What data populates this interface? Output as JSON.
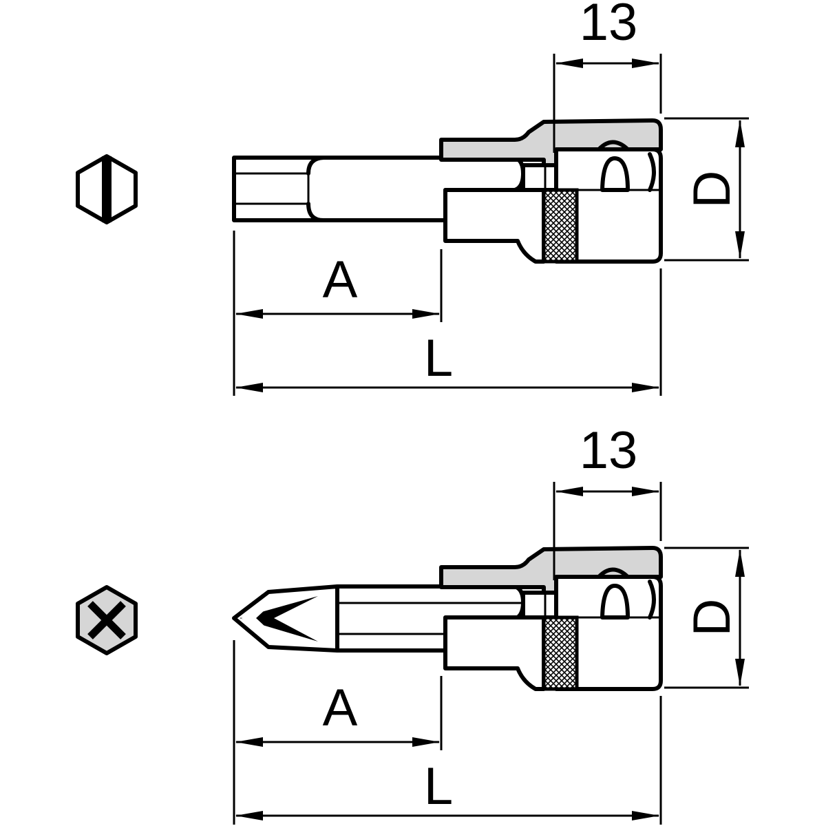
{
  "figures": [
    {
      "tip_type": "slotted",
      "end_view_icon": "slotted-hex-icon",
      "dims": {
        "width_label": "13",
        "diameter_label": "D",
        "tip_length_label": "A",
        "overall_length_label": "L"
      }
    },
    {
      "tip_type": "phillips",
      "end_view_icon": "phillips-hex-icon",
      "dims": {
        "width_label": "13",
        "diameter_label": "D",
        "tip_length_label": "A",
        "overall_length_label": "L"
      }
    }
  ],
  "colors": {
    "line": "#000000",
    "fill_grey": "#d6d6d6",
    "background": "#ffffff"
  }
}
